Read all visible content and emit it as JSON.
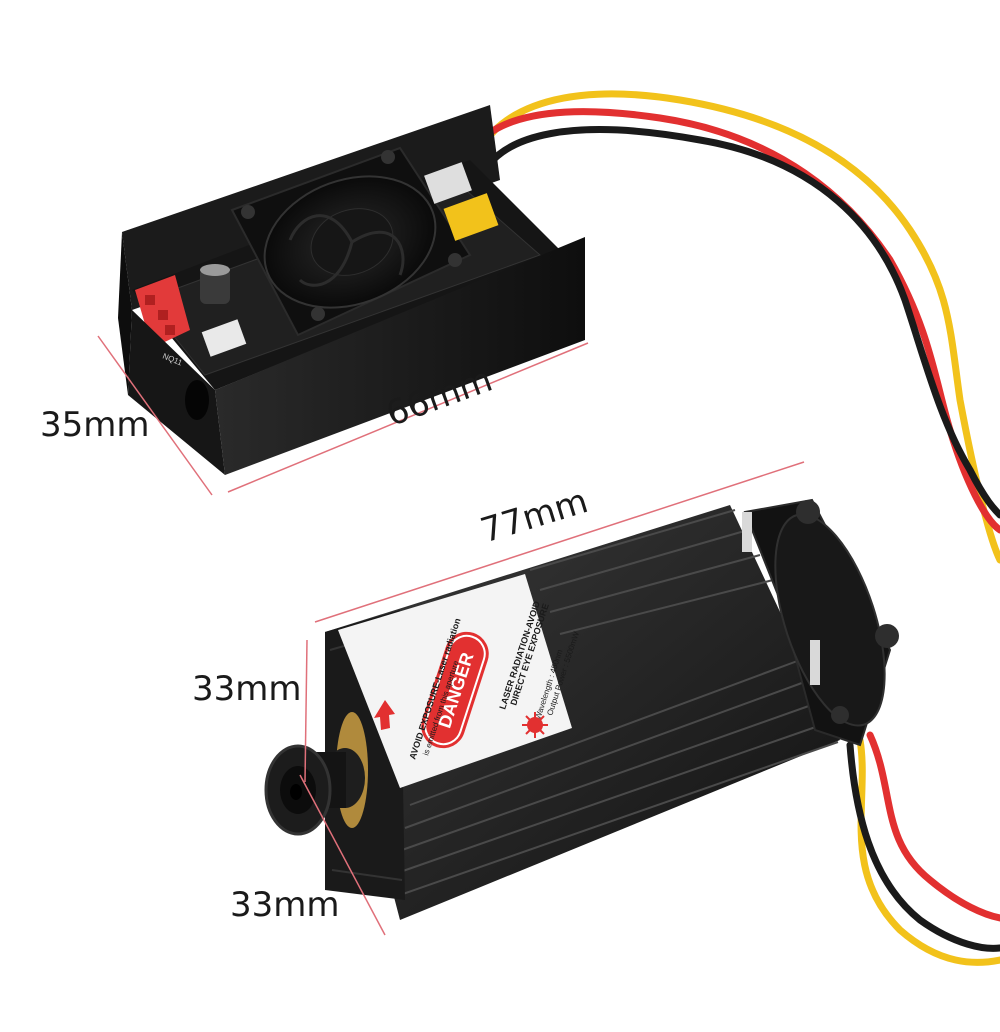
{
  "image": {
    "background": "#ffffff",
    "accent_dim_line": "#e0707a",
    "cable_colors": {
      "red": "#e23030",
      "yellow": "#f2c21b",
      "black": "#1a1a1a"
    }
  },
  "dimensions": {
    "driver_depth": "35mm",
    "driver_length": "66mm",
    "module_length": "77mm",
    "module_height": "33mm",
    "module_width": "33mm"
  },
  "laser_label": {
    "danger": "DANGER",
    "avoid_exposure": "AVOID EXPOSURE-Laser radiation",
    "emitted": "is emitted from this aperture",
    "laser_radiation": "LASER RADIATION-AVOID",
    "direct_eye": "DIRECT EYE EXPOSURE",
    "wavelength": "Wavelength : 450nm",
    "output_power": "Output Power : 5500mW"
  },
  "driver_board": {
    "connector_label": "NQ11"
  }
}
